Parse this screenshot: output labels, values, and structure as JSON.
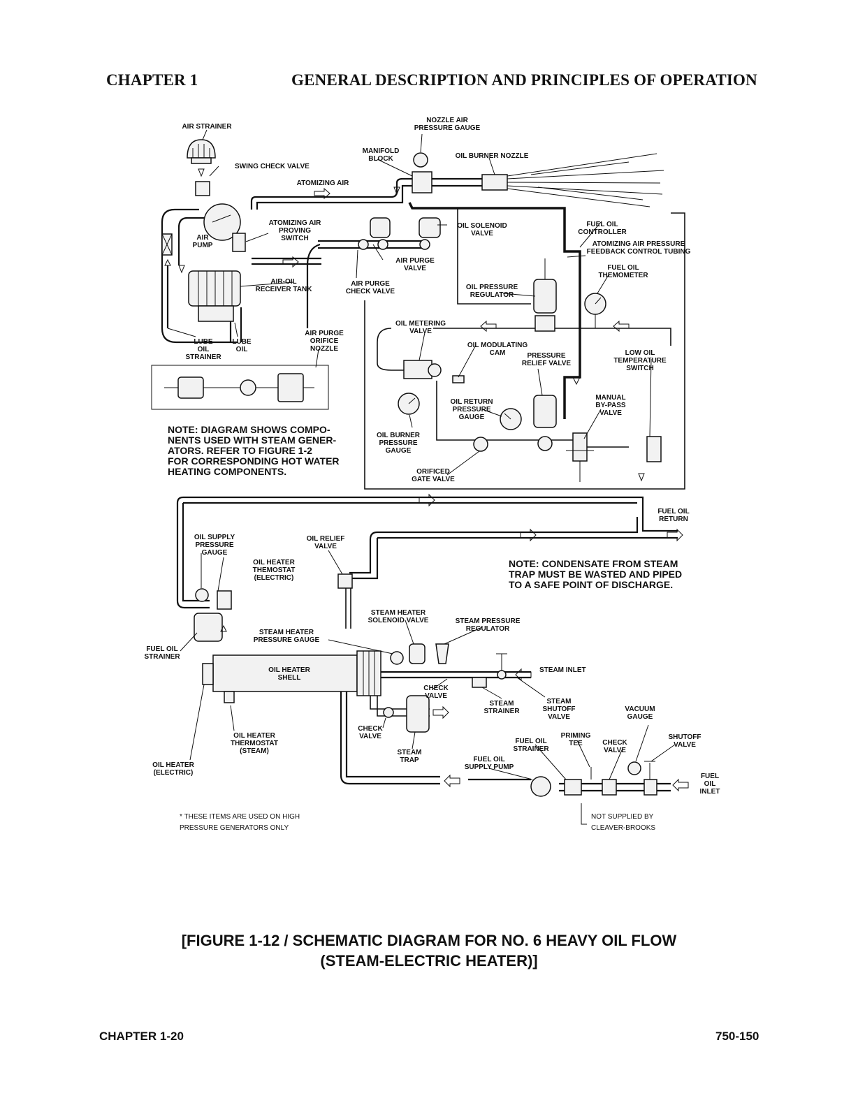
{
  "header": {
    "chapter": "CHAPTER 1",
    "title": "GENERAL DESCRIPTION AND PRINCIPLES OF OPERATION"
  },
  "footer": {
    "page": "CHAPTER 1-20",
    "doc_number": "750-150"
  },
  "caption": {
    "line1": "[FIGURE 1-12 / SCHEMATIC DIAGRAM FOR NO. 6 HEAVY OIL FLOW",
    "line2": "(STEAM-ELECTRIC HEATER)]"
  },
  "notes": {
    "steam_note": [
      "NOTE: DIAGRAM SHOWS COMPO-",
      "NENTS USED WITH STEAM GENER-",
      "ATORS. REFER TO FIGURE 1-2",
      "FOR CORRESPONDING HOT WATER",
      "HEATING COMPONENTS."
    ],
    "condensate_note": [
      "NOTE: CONDENSATE FROM STEAM",
      "TRAP MUST BE WASTED AND PIPED",
      "TO A SAFE POINT OF DISCHARGE."
    ],
    "high_pressure_note": [
      "* THESE ITEMS ARE USED ON HIGH",
      "PRESSURE GENERATORS ONLY"
    ],
    "not_supplied_note": [
      "NOT SUPPLIED BY",
      "CLEAVER-BROOKS"
    ]
  },
  "labels": {
    "air_strainer": [
      "AIR STRAINER"
    ],
    "swing_check_valve": [
      "SWING CHECK VALVE"
    ],
    "atomizing_air": [
      "ATOMIZING AIR"
    ],
    "manifold_block": [
      "MANIFOLD",
      "BLOCK"
    ],
    "nozzle_air_gauge": [
      "NOZZLE AIR",
      "PRESSURE GAUGE"
    ],
    "oil_burner_nozzle": [
      "OIL BURNER NOZZLE"
    ],
    "air_pump": [
      "AIR",
      "PUMP"
    ],
    "atomizing_air_switch": [
      "ATOMIZING AIR",
      "PROVING",
      "SWITCH"
    ],
    "oil_solenoid_valve": [
      "OIL SOLENOID",
      "VALVE"
    ],
    "fuel_oil_controller": [
      "FUEL OIL",
      "CONTROLLER"
    ],
    "feedback_tubing": [
      "ATOMIZING AIR PRESSURE",
      "FEEDBACK CONTROL TUBING"
    ],
    "air_purge_valve": [
      "AIR PURGE",
      "VALVE"
    ],
    "fuel_oil_thermometer": [
      "FUEL OIL",
      "THEMOMETER"
    ],
    "air_oil_tank": [
      "AIR-OIL",
      "RECEIVER TANK"
    ],
    "air_purge_check_valve": [
      "AIR PURGE",
      "CHECK VALVE"
    ],
    "oil_pressure_regulator": [
      "OIL PRESSURE",
      "REGULATOR"
    ],
    "oil_metering_valve": [
      "OIL METERING",
      "VALVE"
    ],
    "lube_oil_strainer": [
      "LUBE",
      "OIL",
      "STRAINER"
    ],
    "lube_oil": [
      "LUBE",
      "OIL"
    ],
    "air_purge_orifice_nozzle": [
      "AIR PURGE",
      "ORIFICE",
      "NOZZLE"
    ],
    "oil_modulating_cam": [
      "OIL MODULATING",
      "CAM"
    ],
    "pressure_relief_valve": [
      "PRESSURE",
      "RELIEF VALVE"
    ],
    "low_oil_temp_switch": [
      "LOW OIL",
      "TEMPERATURE",
      "SWITCH"
    ],
    "oil_return_gauge": [
      "OIL RETURN",
      "PRESSURE",
      "GAUGE"
    ],
    "manual_bypass_valve": [
      "MANUAL",
      "BY-PASS",
      "VALVE"
    ],
    "oil_burner_gauge": [
      "OIL BURNER",
      "PRESSURE",
      "GAUGE"
    ],
    "orificed_gate_valve": [
      "ORIFICED",
      "GATE VALVE"
    ],
    "fuel_oil_return": [
      "FUEL OIL",
      "RETURN"
    ],
    "oil_supply_gauge": [
      "OIL SUPPLY",
      "PRESSURE",
      "GAUGE"
    ],
    "oil_relief_valve": [
      "OIL RELIEF",
      "VALVE"
    ],
    "oil_heater_thermostat_electric": [
      "OIL HEATER",
      "THEMOSTAT",
      "(ELECTRIC)"
    ],
    "steam_heater_solenoid": [
      "STEAM HEATER",
      "SOLENOID VALVE"
    ],
    "steam_pressure_regulator": [
      "STEAM PRESSURE",
      "REGULATOR"
    ],
    "steam_heater_gauge": [
      "STEAM HEATER",
      "PRESSURE GAUGE"
    ],
    "fuel_oil_strainer_left": [
      "FUEL OIL",
      "STRAINER"
    ],
    "oil_heater_shell": [
      "OIL HEATER",
      "SHELL"
    ],
    "steam_inlet": [
      "STEAM INLET"
    ],
    "check_valve_a": [
      "CHECK",
      "VALVE"
    ],
    "steam_strainer": [
      "STEAM",
      "STRAINER"
    ],
    "steam_shutoff_valve": [
      "STEAM",
      "SHUTOFF",
      "VALVE"
    ],
    "vacuum_gauge": [
      "VACUUM",
      "GAUGE"
    ],
    "check_valve_b": [
      "CHECK",
      "VALVE"
    ],
    "oil_heater_thermostat_steam": [
      "OIL HEATER",
      "THERMOSTAT",
      "(STEAM)"
    ],
    "steam_trap": [
      "STEAM",
      "TRAP"
    ],
    "fuel_oil_strainer_right": [
      "FUEL OIL",
      "STRAINER"
    ],
    "priming_tee": [
      "PRIMING",
      "TEE"
    ],
    "check_valve_c": [
      "CHECK",
      "VALVE"
    ],
    "shutoff_valve": [
      "SHUTOFF",
      "VALVE"
    ],
    "oil_heater_electric": [
      "OIL HEATER",
      "(ELECTRIC)"
    ],
    "fuel_oil_supply_pump": [
      "FUEL OIL",
      "SUPPLY PUMP"
    ],
    "fuel_oil_inlet": [
      "FUEL",
      "OIL",
      "INLET"
    ]
  }
}
